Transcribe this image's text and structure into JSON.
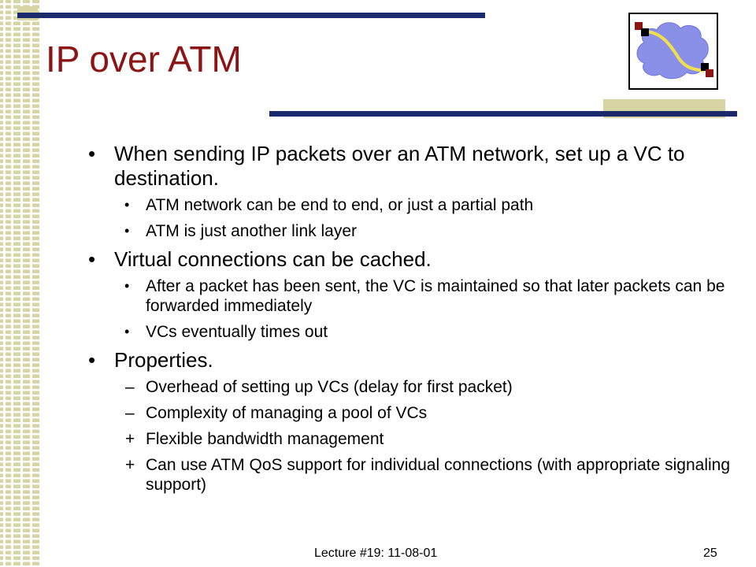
{
  "slide": {
    "title": "IP over ATM",
    "bullet_char": "•",
    "items": [
      {
        "level": 1,
        "marker": "•",
        "text": "When sending IP packets over an ATM network, set up a VC to destination."
      },
      {
        "level": 2,
        "marker": "•",
        "text": "ATM network can be end to end, or just a partial path"
      },
      {
        "level": 2,
        "marker": "•",
        "text": "ATM is just another link layer"
      },
      {
        "level": 1,
        "marker": "•",
        "text": "Virtual connections can be cached."
      },
      {
        "level": 2,
        "marker": "•",
        "text": "After a packet has been sent, the VC is maintained so that later packets can be forwarded immediately"
      },
      {
        "level": 2,
        "marker": "•",
        "text": "VCs eventually times out"
      },
      {
        "level": 1,
        "marker": "•",
        "text": "Properties."
      },
      {
        "level": 2,
        "marker": "–",
        "text": "Overhead of setting up VCs (delay for first packet)"
      },
      {
        "level": 2,
        "marker": "–",
        "text": "Complexity of managing a pool of VCs"
      },
      {
        "level": 2,
        "marker": "+",
        "text": "Flexible bandwidth management"
      },
      {
        "level": 2,
        "marker": "+",
        "text": "Can use ATM QoS support for individual connections (with appropriate signaling support)"
      }
    ]
  },
  "footer": {
    "label": "Lecture #19: 11-08-01",
    "page_number": "25"
  },
  "colors": {
    "title": "#8b1414",
    "accent_blue": "#1a2a6c",
    "accent_tan": "#d8d5a4",
    "cloud": "#8a90e8",
    "path": "#f2e04a",
    "node_red": "#8b1414"
  },
  "icons": {
    "logo": "network-cloud-icon"
  }
}
